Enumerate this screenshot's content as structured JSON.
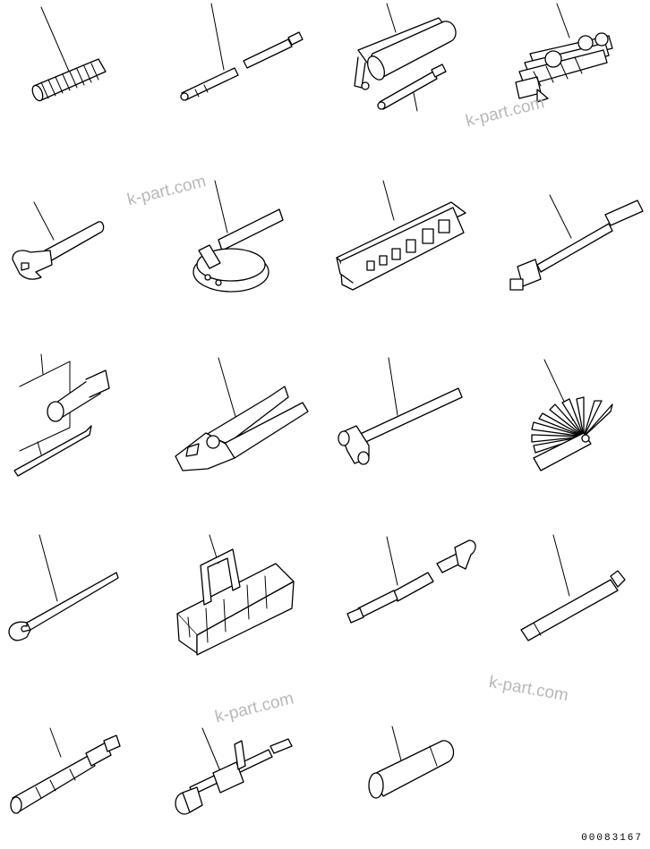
{
  "watermark": {
    "text": "k-part.com"
  },
  "document_number": "00083167",
  "colors": {
    "line": "#000000",
    "background": "#ffffff",
    "watermark": "#b8b8b8"
  },
  "tools": [
    {
      "name": "coiled-spring"
    },
    {
      "name": "long-extension-bar"
    },
    {
      "name": "pump-handle-and-bar"
    },
    {
      "name": "wrench-set"
    },
    {
      "name": "adjustable-wrench"
    },
    {
      "name": "filter-band-wrench"
    },
    {
      "name": "socket-set-case"
    },
    {
      "name": "socket-extension-bar"
    },
    {
      "name": "socket-wrench-and-bar"
    },
    {
      "name": "pliers"
    },
    {
      "name": "hammer"
    },
    {
      "name": "feeler-gauge"
    },
    {
      "name": "pry-bar"
    },
    {
      "name": "tool-bag"
    },
    {
      "name": "grease-gun"
    },
    {
      "name": "screwdriver"
    },
    {
      "name": "injector-puller"
    },
    {
      "name": "slide-hammer-puller"
    },
    {
      "name": "socket-wrench"
    }
  ]
}
